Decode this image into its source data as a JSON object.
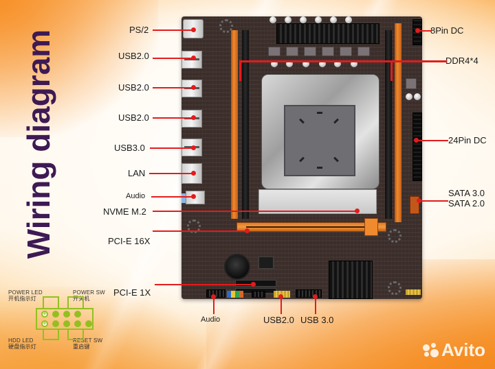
{
  "title": "Wiring diagram",
  "colors": {
    "title": "#3e1a54",
    "leader": "#e41b1b",
    "panel_header": "#93c020",
    "slot_orange": "#f08a2e",
    "board": "#3b2e2a"
  },
  "left_labels": [
    {
      "id": "ps2",
      "text": "PS/2"
    },
    {
      "id": "usb20_a",
      "text": "USB2.0"
    },
    {
      "id": "usb20_b",
      "text": "USB2.0"
    },
    {
      "id": "usb20_c",
      "text": "USB2.0"
    },
    {
      "id": "usb30",
      "text": "USB3.0"
    },
    {
      "id": "lan",
      "text": "LAN"
    },
    {
      "id": "audio_rear",
      "text": "Audio"
    },
    {
      "id": "nvme",
      "text": "NVME M.2"
    },
    {
      "id": "pcie16",
      "text": "PCI-E 16X"
    },
    {
      "id": "pcie1",
      "text": "PCI-E 1X"
    }
  ],
  "right_labels": [
    {
      "id": "atx8",
      "text": "8Pin DC"
    },
    {
      "id": "ddr4",
      "text": "DDR4*4"
    },
    {
      "id": "atx24",
      "text": "24Pin DC"
    },
    {
      "id": "sata3",
      "text": "SATA 3.0"
    },
    {
      "id": "sata2",
      "text": "SATA 2.0"
    }
  ],
  "bottom_labels": [
    {
      "id": "audio_front",
      "text": "Audio"
    },
    {
      "id": "usb20_front",
      "text": "USB2.0"
    },
    {
      "id": "usb30_front",
      "text": "USB 3.0"
    }
  ],
  "front_panel": {
    "power_led_en": "POWER LED",
    "power_led_cn": "开机指示灯",
    "power_sw_en": "POWER SW",
    "power_sw_cn": "开关机",
    "hdd_led_en": "HDD LED",
    "hdd_led_cn": "硬盘指示灯",
    "reset_sw_en": "RESET SW",
    "reset_sw_cn": "重启键"
  },
  "watermark": "Avito"
}
